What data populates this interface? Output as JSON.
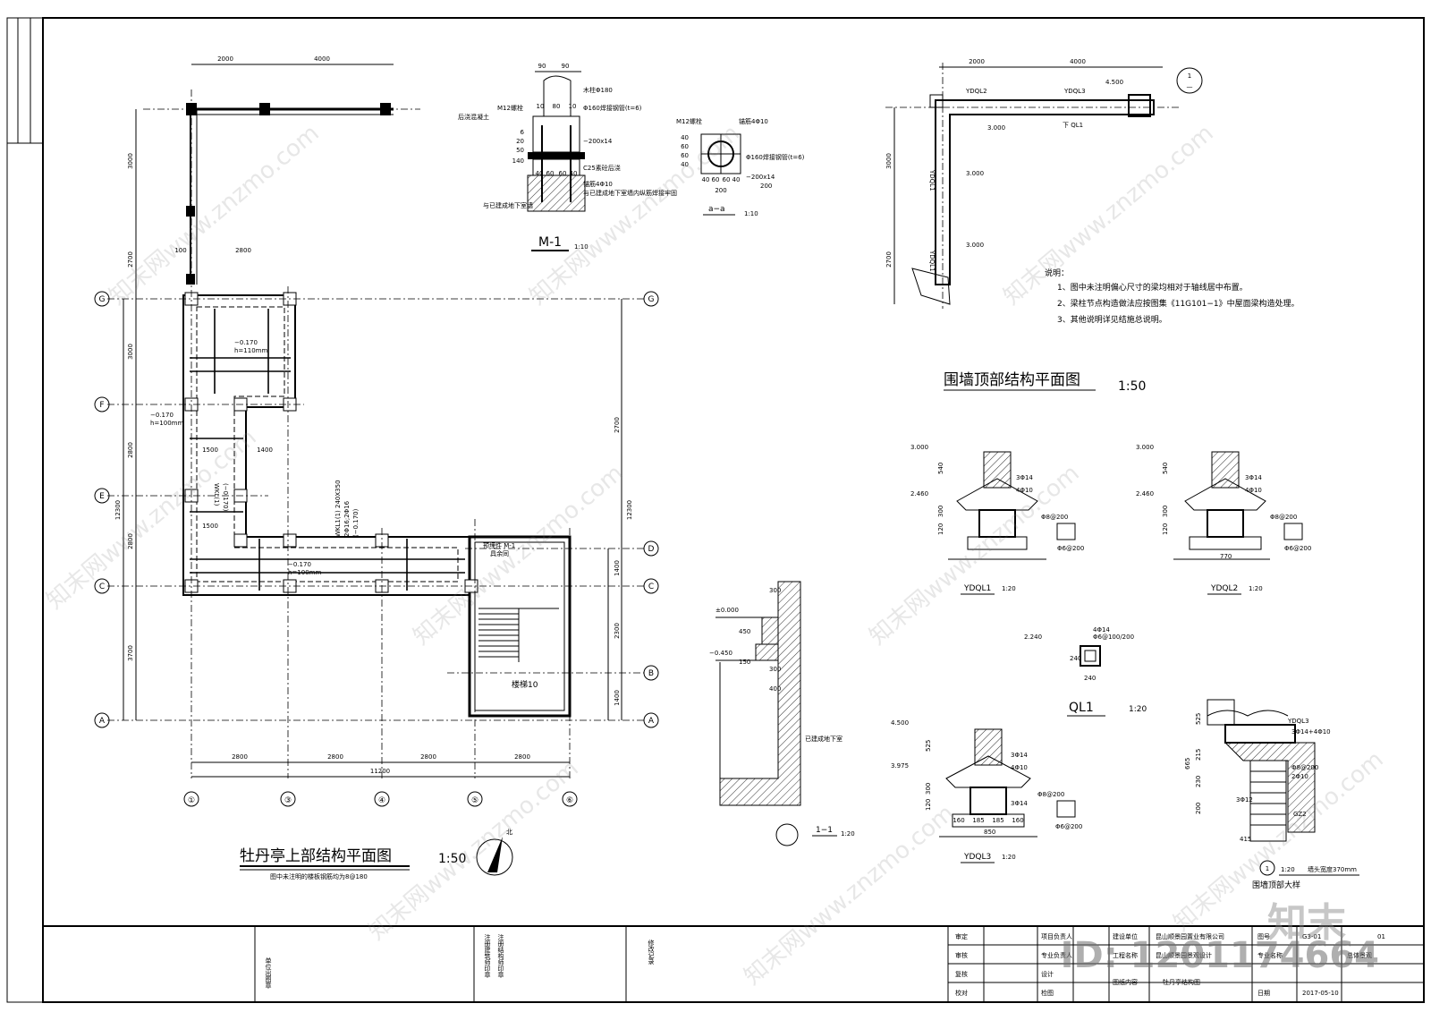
{
  "main_plan": {
    "title": "牡丹亭上部结构平面图",
    "scale": "1:50",
    "note": "图中未注明的楼板钢筋均为8@180",
    "north_label": "北",
    "stair_label": "楼梯10",
    "embed_label": "预埋件 M-1",
    "embed_sub": "具余同",
    "axes_x": [
      "①",
      "③",
      "④",
      "⑤",
      "⑥"
    ],
    "axes_y_left": [
      "G",
      "F",
      "E",
      "C",
      "A"
    ],
    "axes_y_right": [
      "G",
      "D",
      "C",
      "B",
      "A"
    ],
    "dims_bottom": [
      "2800",
      "2800",
      "2800",
      "2800"
    ],
    "dim_total_bottom": "11200",
    "dims_left": [
      "3000",
      "2700",
      "3000",
      "2800",
      "2800",
      "3700"
    ],
    "dim_total_left": "12300",
    "dims_top": [
      "2000",
      "4000"
    ],
    "dims_right": [
      "2700",
      "12300",
      "1400",
      "2300",
      "1400"
    ],
    "dim_2800_top": "2800",
    "dim_100": "100",
    "level_1": "−0.170",
    "slab_1": "h=110mm",
    "level_2": "−0.170",
    "slab_2": "h=100mm",
    "level_3": "−0.170",
    "slab_3": "h=100mm",
    "dim_1500a": "1500",
    "dim_1500b": "1500",
    "dim_1400": "1400",
    "beam_wkl1": "WKL(1)",
    "beam_wkl1_level": "(−0.170)",
    "beam_wkl1_long": "WKL1(1) 240X350",
    "beam_wkl1_bars": "2Φ16;2Φ16",
    "beam_wkl1_level2": "(−0.170)"
  },
  "detail_m1": {
    "title": "M-1",
    "scale": "1:10",
    "dims_top": [
      "90",
      "90"
    ],
    "pillar": "木柱Φ180",
    "bolt": "M12螺栓",
    "pipe": "Φ160焊接钢管(t=6)",
    "plate": "−200x14",
    "anchor": "锚筋4Φ10",
    "concrete": "C25素砼后浇",
    "structure": "与已建成地下室墙",
    "note2": "与已建成地下室墙内纵筋焊接牢固",
    "pour": "后浇混凝土",
    "dims_row": [
      "40",
      "60",
      "60",
      "40"
    ],
    "dims_side": [
      "6",
      "20",
      "50",
      "140"
    ],
    "dims_inner": [
      "10",
      "80",
      "10"
    ]
  },
  "detail_aa": {
    "title": "a−a",
    "scale": "1:10",
    "bolt": "M12螺栓",
    "anchor": "锚筋4Φ10",
    "pipe": "Φ160焊接钢管(t=6)",
    "plate": "−200x14",
    "dim_200": "200",
    "dims_row": [
      "40",
      "60",
      "60",
      "40"
    ],
    "dims_side": [
      "40",
      "60",
      "60",
      "40"
    ],
    "dim_200b": "200"
  },
  "detail_11": {
    "title": "1−1",
    "scale": "1:20",
    "level_0": "±0.000",
    "level_1": "−0.450",
    "dims": [
      "300",
      "450",
      "150",
      "300",
      "400"
    ],
    "label": "已建成地下室"
  },
  "wall_plan": {
    "title": "围墙顶部结构平面图",
    "scale": "1:50",
    "dims_top": [
      "2000",
      "4000"
    ],
    "dims_left": [
      "3000",
      "2700"
    ],
    "beam_1": "YDQL2",
    "beam_2": "YDQL3",
    "beam_3": "YDQL1",
    "beam_4": "YDQL1",
    "beam_ql": "下 QL1",
    "level_a": "4.500",
    "level_b": "3.000",
    "level_c": "3.000",
    "level_d": "3.000",
    "callout_num": "1",
    "callout_sub": "—",
    "notes_title": "说明：",
    "notes": [
      "1、图中未注明偏心尺寸的梁均相对于轴线居中布置。",
      "2、梁柱节点构造做法应按图集《11G101−1》中屋面梁构造处理。",
      "3、其他说明详见结施总说明。"
    ]
  },
  "sections": {
    "ydql1": {
      "title": "YDQL1",
      "scale": "1:20",
      "level_a": "3.000",
      "level_b": "2.460",
      "rebar_a": "3Φ14",
      "rebar_b": "4Φ10",
      "rebar_c": "Φ8@200",
      "rebar_d": "Φ6@200",
      "dims": [
        "540",
        "300",
        "120"
      ]
    },
    "ydql2": {
      "title": "YDQL2",
      "scale": "1:20",
      "level_a": "3.000",
      "level_b": "2.460",
      "rebar_a": "3Φ14",
      "rebar_b": "4Φ10",
      "rebar_c": "Φ8@200",
      "rebar_d": "Φ6@200",
      "dims": [
        "540",
        "300",
        "120"
      ],
      "width": "770"
    },
    "ql1": {
      "title": "QL1",
      "scale": "1:20",
      "level": "2.240",
      "rebar_a": "4Φ14",
      "rebar_b": "Φ6@100/200",
      "dim_h": "240",
      "dim_w": "240"
    },
    "ydql3": {
      "title": "YDQL3",
      "scale": "1:20",
      "level_a": "4.500",
      "level_b": "3.975",
      "rebar_a": "3Φ14",
      "rebar_b": "4Φ10",
      "rebar_c": "Φ8@200",
      "rebar_d": "Φ6@200",
      "dims": [
        "525",
        "300",
        "120"
      ],
      "width": "850",
      "dims_row": [
        "160",
        "185",
        "185",
        "160"
      ]
    },
    "wall_top": {
      "title": "围墙顶部大样",
      "scale": "1:20",
      "callout": "1",
      "note": "墙头宽度370mm",
      "beam": "YDQL3",
      "rebar_a": "3Φ14+4Φ10",
      "rebar_b": "Φ8@200",
      "rebar_c": "2Φ10",
      "rebar_d": "3Φ12",
      "col": "GZ2",
      "dims": [
        "525",
        "665",
        "215",
        "230",
        "200"
      ],
      "dim_w": "415"
    }
  },
  "title_block": {
    "left_cols": [
      "单位出图章",
      "注册建筑师印章",
      "注册结构师印章",
      "修改记录"
    ],
    "rows": [
      {
        "role": "审定",
        "role2": "项目负责人"
      },
      {
        "role": "审核",
        "role2": "专业负责人"
      },
      {
        "role": "复核",
        "role2": "设计"
      },
      {
        "role": "校对",
        "role2": "检图"
      }
    ],
    "labels": [
      "建设单位",
      "工程名称",
      "图纸内容"
    ],
    "values": [
      "昆山顺景园置业有限公司",
      "昆山顺景园景观设计",
      "牡丹亭结构图"
    ],
    "sheet_no_label": "图号",
    "sheet_no": "01",
    "sheet_code": "G3-01",
    "prof_label": "专业名称",
    "prof_value": "总体景观",
    "date_label": "日期",
    "date_value": "2017-05-10"
  },
  "watermark": {
    "site": "知末网www.znzmo.com",
    "logo": "知末",
    "id": "ID: 1201174664"
  }
}
